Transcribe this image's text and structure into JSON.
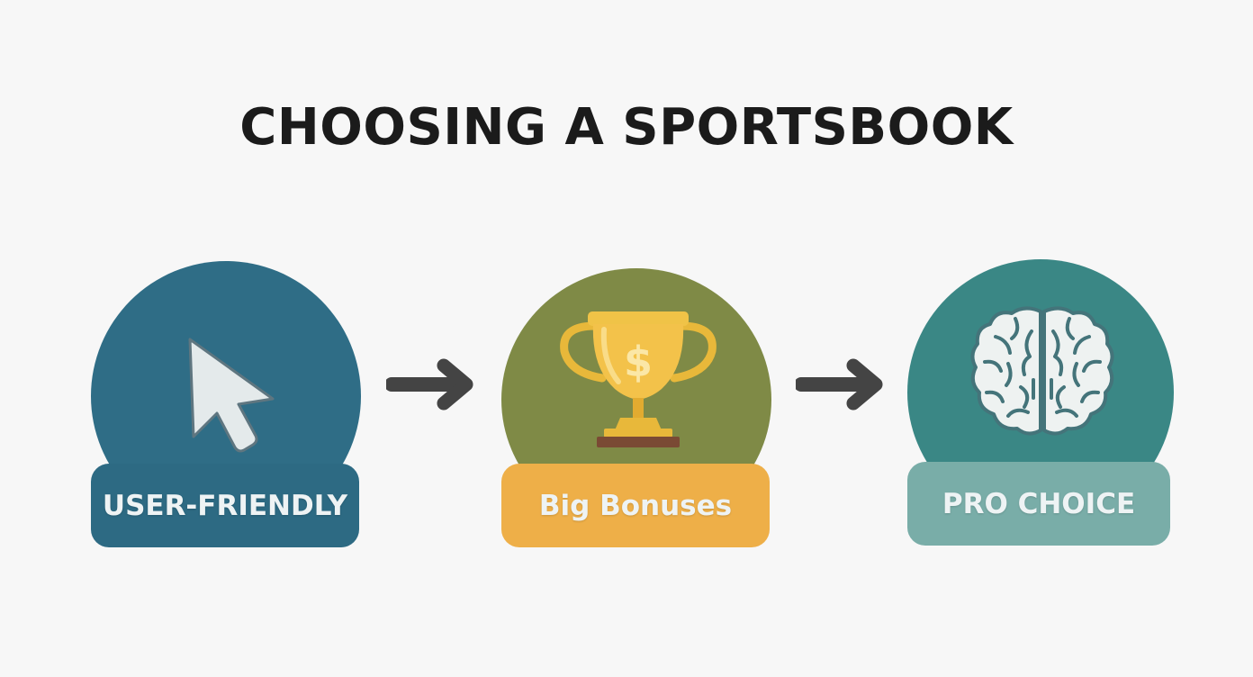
{
  "title": "CHOOSING A SPORTSBOOK",
  "steps": [
    {
      "label": "USER-FRIENDLY",
      "icon": "cursor-arrow-icon",
      "circle_color": "#2f6d86",
      "label_color": "#2d6a83"
    },
    {
      "label": "Big Bonuses",
      "icon": "trophy-dollar-icon",
      "circle_color": "#7f8a46",
      "label_color": "#eeaf48"
    },
    {
      "label": "PRO CHOICE",
      "icon": "brain-icon",
      "circle_color": "#3a8785",
      "label_color": "#79ada8"
    }
  ],
  "connectors": [
    {
      "icon": "right-arrow-icon",
      "color": "#444444"
    },
    {
      "icon": "right-arrow-icon",
      "color": "#444444"
    }
  ]
}
